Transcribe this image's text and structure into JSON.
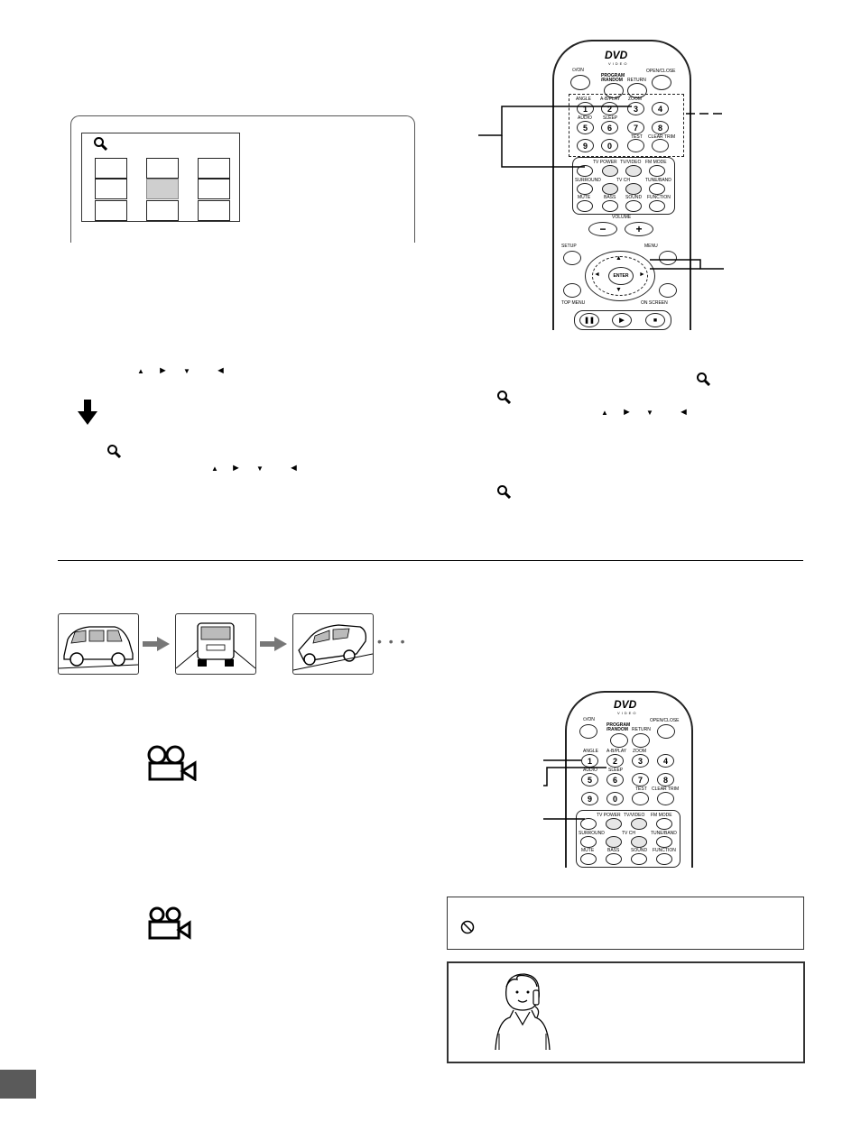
{
  "remote_top": {
    "brand_logo": "DVD",
    "brand_sub": "VIDEO",
    "labels": {
      "on": "⏻/ON",
      "program": "PROGRAM",
      "random": "/RANDOM",
      "return": "RETURN",
      "open_close": "OPEN/CLOSE",
      "angle": "ANGLE",
      "abrepeat": "A-B/PLAY",
      "zoom": "ZOOM",
      "audio": "AUDIO",
      "sleep": "SLEEP",
      "test": "TEST",
      "clear_trim": "CLEAR TRIM",
      "tv_power": "TV POWER",
      "tv_video": "TV/VIDEO",
      "fm_mode": "FM MODE",
      "surround": "SURROUND",
      "tv_ch": "TV CH",
      "tune_band": "TUNE/BAND",
      "mute": "MUTE",
      "bass": "BASS",
      "sound": "SOUND",
      "function": "FUNCTION",
      "volume": "VOLUME",
      "setup": "SETUP",
      "menu": "MENU",
      "enter": "ENTER",
      "top_menu": "TOP MENU",
      "on_screen": "ON SCREEN"
    },
    "digits": [
      "1",
      "2",
      "3",
      "4",
      "5",
      "6",
      "7",
      "8",
      "9",
      "0"
    ],
    "vol_minus": "−",
    "vol_plus": "+"
  },
  "arrows": {
    "up": "▲",
    "right": "►",
    "down": "▼",
    "left": "◄"
  },
  "icons": {
    "magnifier": "magnifier-icon",
    "down_arrow": "down-arrow-icon",
    "camera": "camera-icon",
    "prohibited": "prohibited-icon"
  },
  "ellipsis": "• • •"
}
